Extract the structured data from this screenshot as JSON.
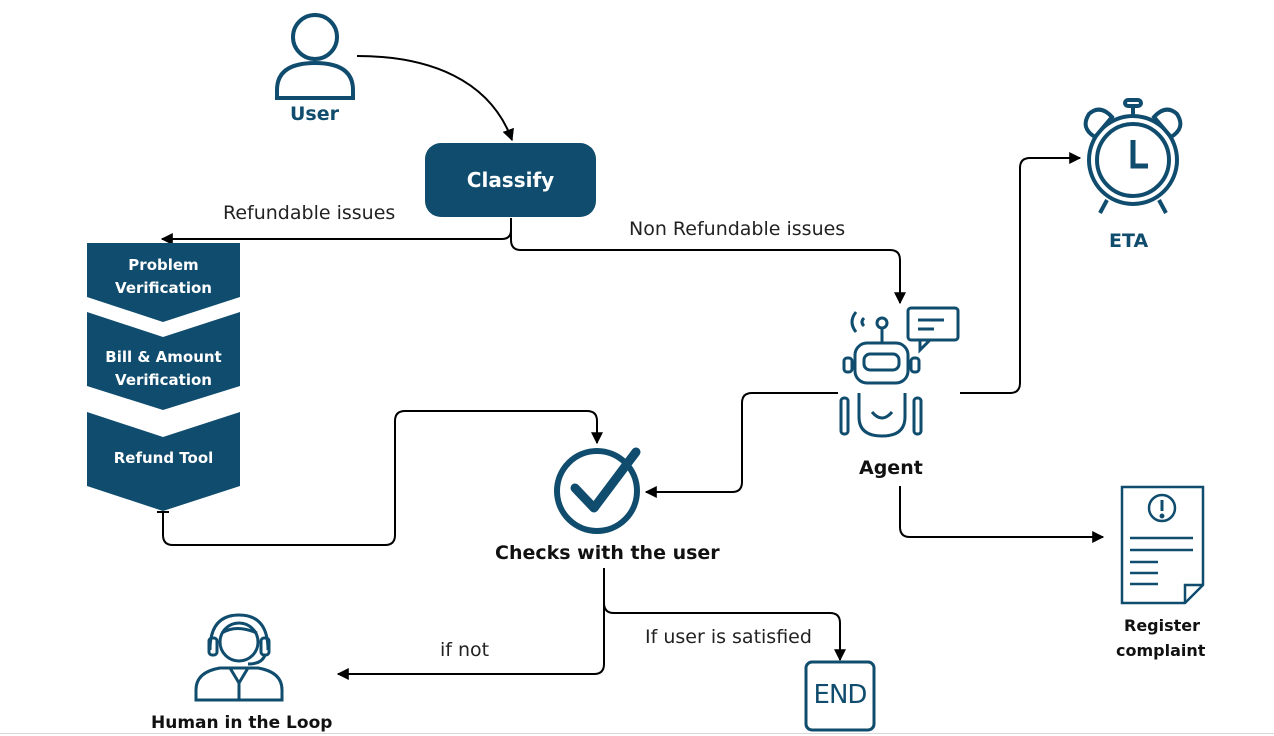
{
  "colors": {
    "primary": "#0f4c6e",
    "edge": "#000000",
    "text": "#111111"
  },
  "nodes": {
    "user": {
      "label": "User",
      "icon": "user-icon"
    },
    "classify": {
      "label": "Classify"
    },
    "eta": {
      "label": "ETA",
      "icon": "alarm-clock-icon"
    },
    "agent": {
      "label": "Agent",
      "icon": "robot-icon"
    },
    "checks": {
      "label": "Checks with the user",
      "icon": "check-circle-icon"
    },
    "register": {
      "label_line1": "Register",
      "label_line2": "complaint",
      "icon": "document-alert-icon"
    },
    "human": {
      "label": "Human in the Loop",
      "icon": "headset-agent-icon"
    },
    "end": {
      "label": "END"
    },
    "pipeline": [
      {
        "line1": "Problem",
        "line2": "Verification"
      },
      {
        "line1": "Bill & Amount",
        "line2": "Verification"
      },
      {
        "line1": "Refund Tool",
        "line2": ""
      }
    ]
  },
  "edges": {
    "refundable": "Refundable issues",
    "non_refundable": "Non Refundable issues",
    "if_not": "if not",
    "satisfied": "If user is satisfied"
  }
}
